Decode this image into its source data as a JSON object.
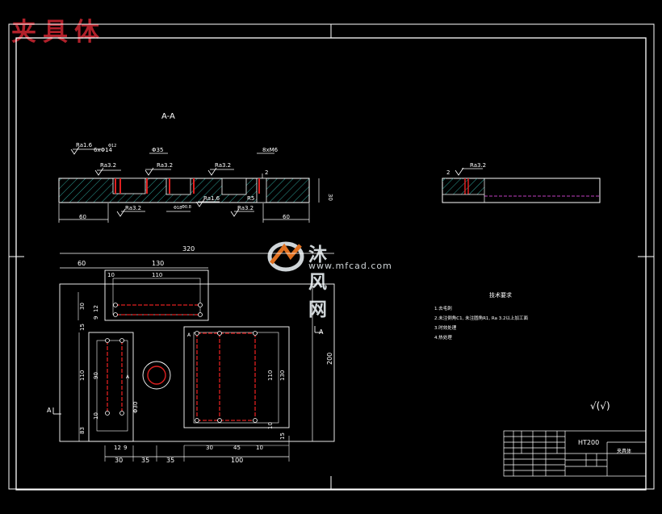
{
  "stamp_title": "夹具体",
  "section_label": "A-A",
  "watermark": {
    "brand": "沐风网",
    "url": "www.mfcad.com"
  },
  "section_view": {
    "roughness": [
      "Ra1.6",
      "Ra3.2",
      "Ra3.2",
      "Ra3.2",
      "Ra1.6",
      "Ra3.2",
      "Ra3.2"
    ],
    "dims": {
      "hole_top": "6xΦ14",
      "small_top": "Φ12",
      "slot": "Φ35",
      "pin": "8xM6",
      "depth": "2",
      "thick": "30",
      "left": "60",
      "right": "60",
      "bottom_a": "Φ18",
      "bottom_b": "Φ0.8",
      "step": "R5"
    }
  },
  "side_view": {
    "roughness": "Ra3.2",
    "step": "2"
  },
  "plan_view": {
    "dims": {
      "overall": "320",
      "top_left": "60",
      "top_span": "130",
      "inner_a": "10",
      "inner_b": "110",
      "left_h": "30",
      "left_h2": "12",
      "left_h3": "9",
      "gap": "15",
      "mid_h": "110",
      "mid_h2": "90",
      "bot_h": "83",
      "bot_h2": "10",
      "height": "200",
      "r_h": "110",
      "r_h2": "130",
      "r_bot": "15",
      "r_bot2": "10",
      "hole": "Φ30",
      "b1": "30",
      "b2": "35",
      "b3": "35",
      "b4": "100",
      "s1": "12",
      "s2": "9",
      "p1": "30",
      "p2": "45",
      "p3": "10"
    },
    "section_marks": [
      "A",
      "A",
      "A",
      "A"
    ]
  },
  "tech_notes": {
    "heading": "技术要求",
    "lines": [
      "1.去毛刺",
      "2.未注倒角C1, 未注圆角R1, Ra 3.2以上加工面",
      "3.时效处理",
      "4.热处理"
    ]
  },
  "surface_symbol": "√(√)",
  "title_block": {
    "material": "HT200",
    "name": "夹具体"
  }
}
